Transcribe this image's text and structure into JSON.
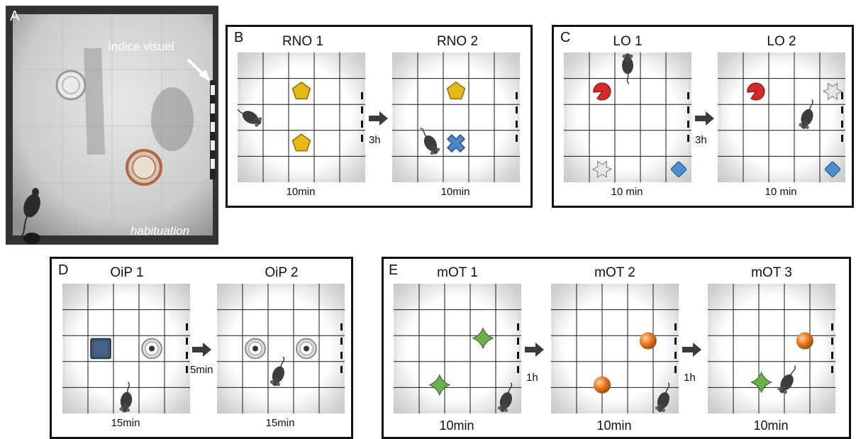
{
  "panel_a": {
    "letter": "A",
    "cue_label": "Indice visuel",
    "phase_label": "habituation"
  },
  "panel_b": {
    "letter": "B",
    "trial1": {
      "title": "RNO 1",
      "duration": "10min"
    },
    "delay": "3h",
    "trial2": {
      "title": "RNO 2",
      "duration": "10min"
    }
  },
  "panel_c": {
    "letter": "C",
    "trial1": {
      "title": "LO 1",
      "duration": "10 min"
    },
    "delay": "3h",
    "trial2": {
      "title": "LO 2",
      "duration": "10 min"
    }
  },
  "panel_d": {
    "letter": "D",
    "trial1": {
      "title": "OiP 1",
      "duration": "15min"
    },
    "delay": "5min",
    "trial2": {
      "title": "OiP 2",
      "duration": "15min"
    }
  },
  "panel_e": {
    "letter": "E",
    "trial1": {
      "title": "mOT 1",
      "duration": "10min"
    },
    "delay1": "1h",
    "trial2": {
      "title": "mOT 2",
      "duration": "10min"
    },
    "delay2": "1h",
    "trial3": {
      "title": "mOT 3",
      "duration": "10min"
    }
  },
  "colors": {
    "pentagon": "#e8b915",
    "cross": "#4a86c8",
    "pacman": "#d42a2a",
    "star": "#e8e8e8",
    "diamond": "#4a8fd0",
    "square": "#3d5575",
    "ring": "#d8d8d8",
    "clover": "#6bb24a",
    "sphere": "#ee7a1e",
    "mouse": "#3c3c3c"
  }
}
